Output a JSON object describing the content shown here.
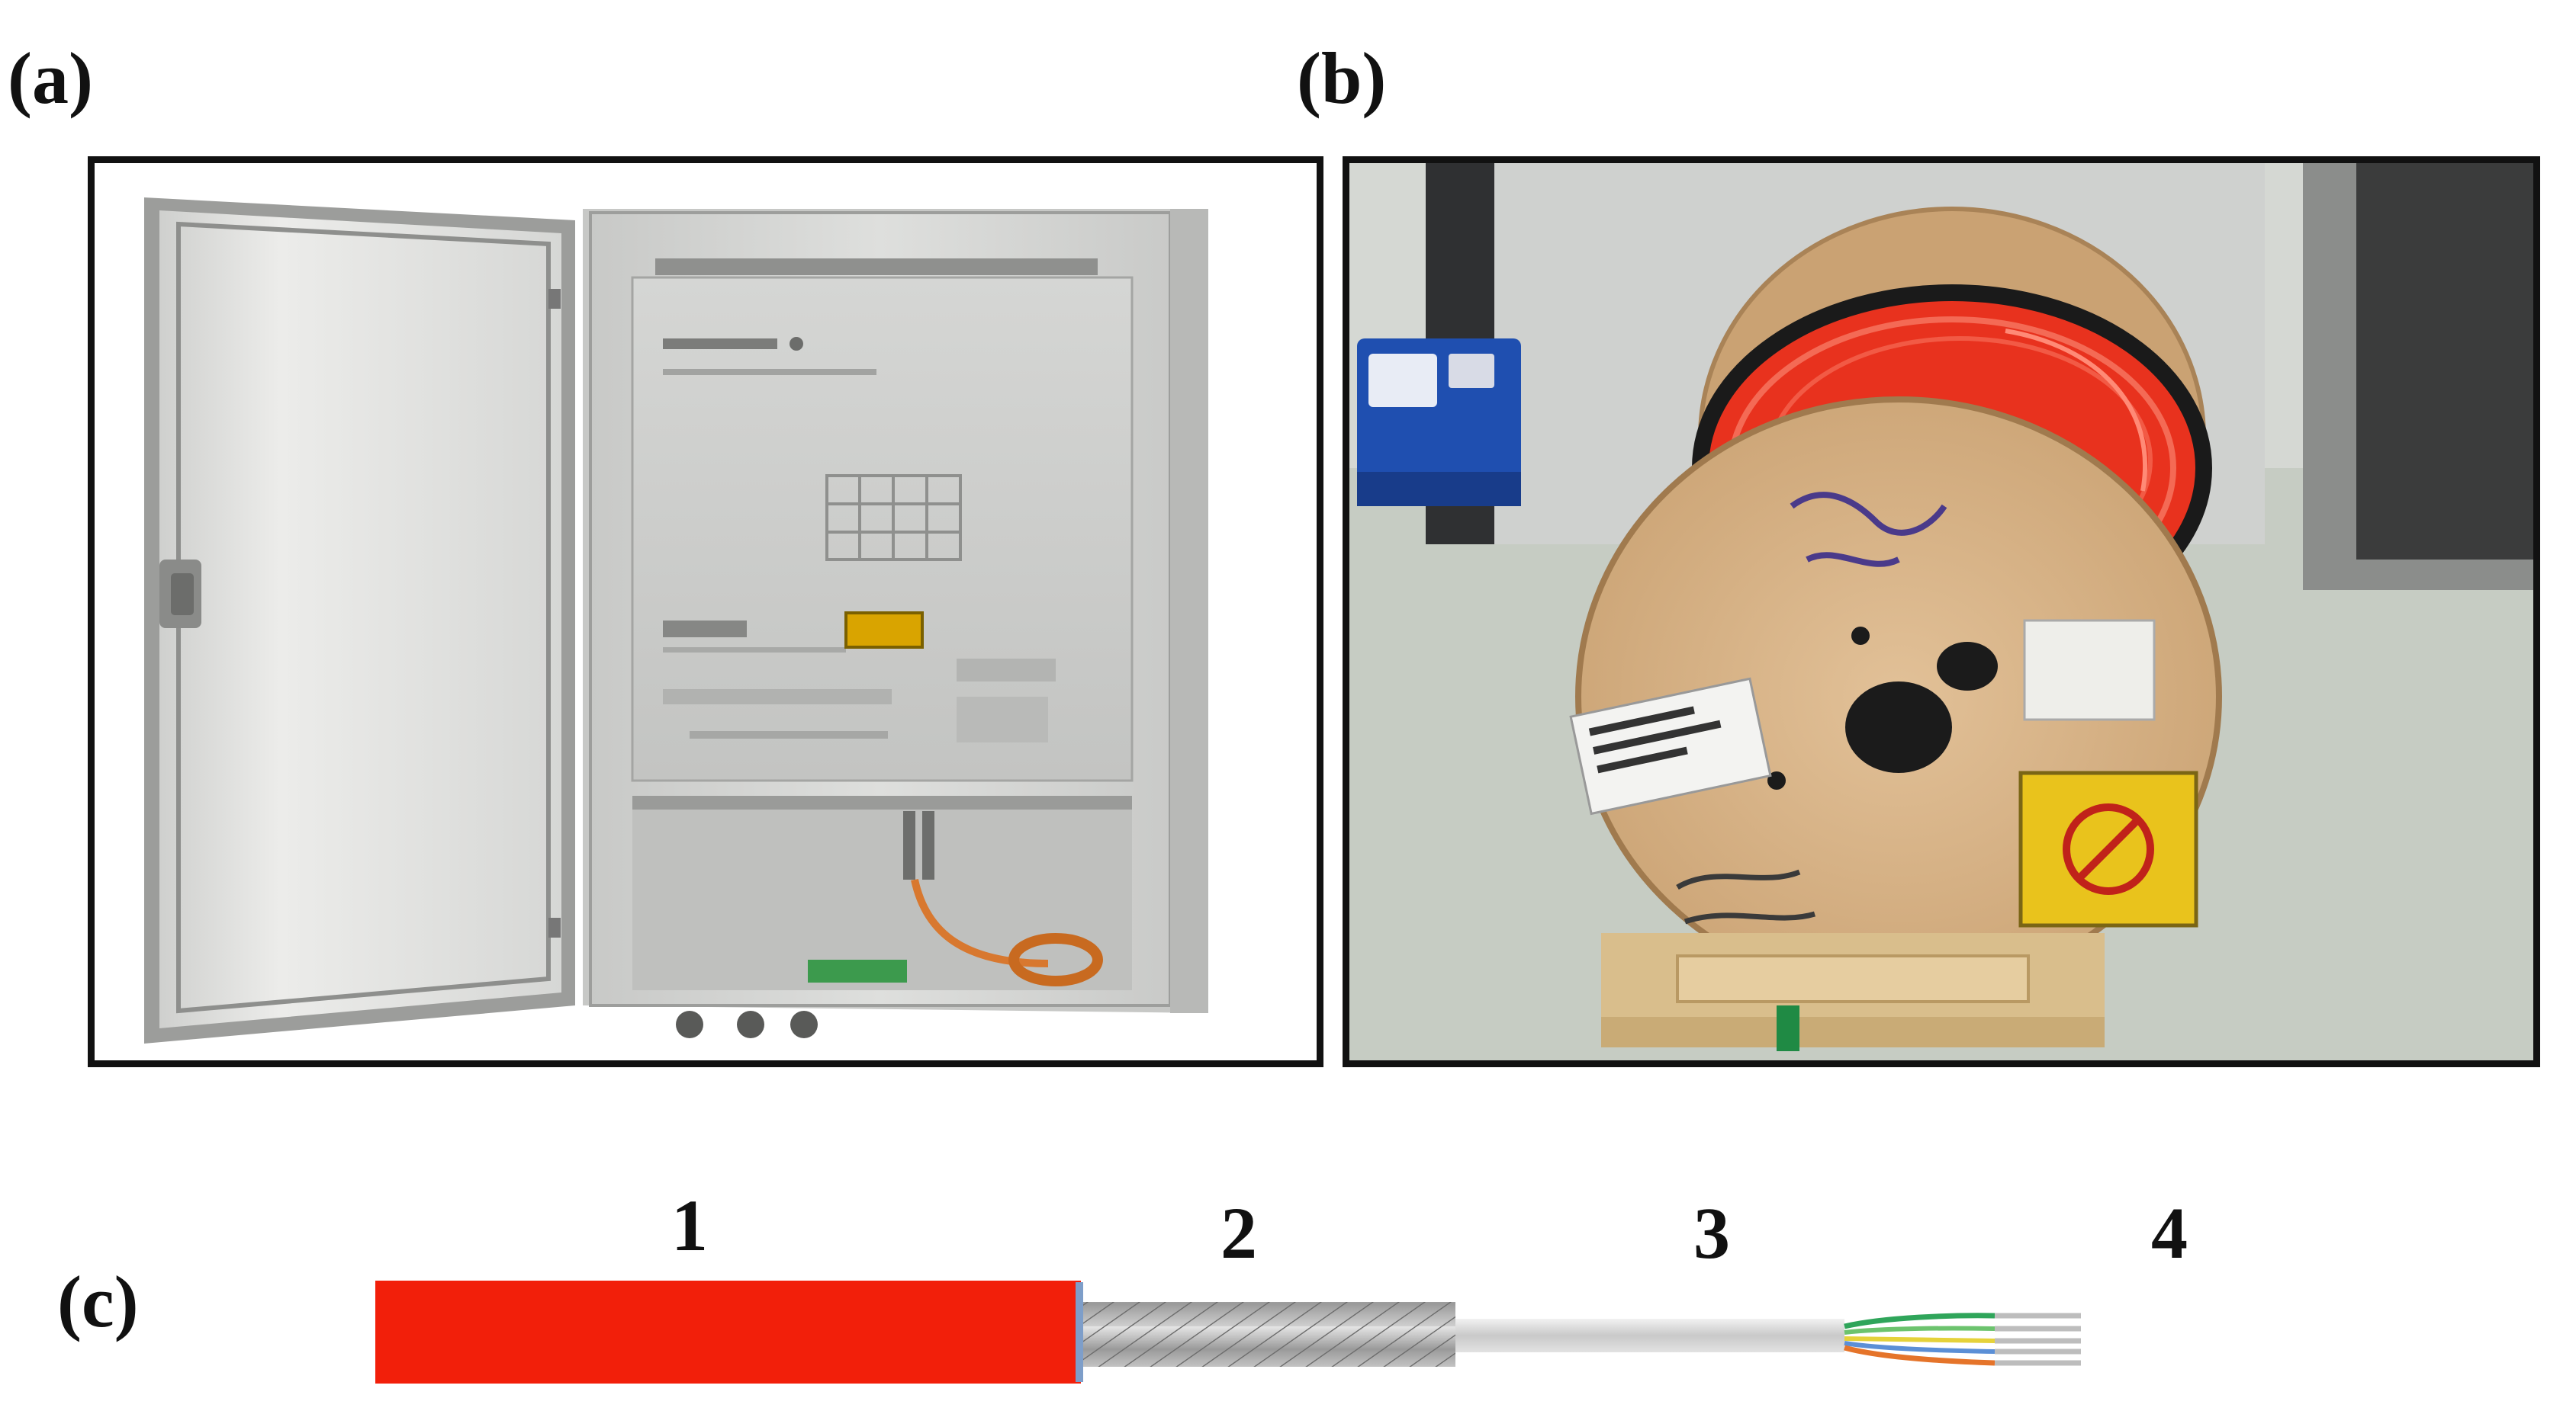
{
  "panels": {
    "a": {
      "label": "(a)"
    },
    "b": {
      "label": "(b)"
    },
    "c": {
      "label": "(c)",
      "segments": [
        "1",
        "2",
        "3",
        "4"
      ]
    }
  },
  "colors": {
    "jacket": "#f21f0a",
    "reel_wood": "#d9b58a",
    "cable_red": "#e8321e",
    "cabinet": "#d7d8d6",
    "door": "#e7e8e6",
    "fiber_green": "#2fa55a",
    "fiber_yellow": "#e5d23a",
    "fiber_orange": "#e5742a",
    "fiber_blue": "#5b8fd6"
  }
}
